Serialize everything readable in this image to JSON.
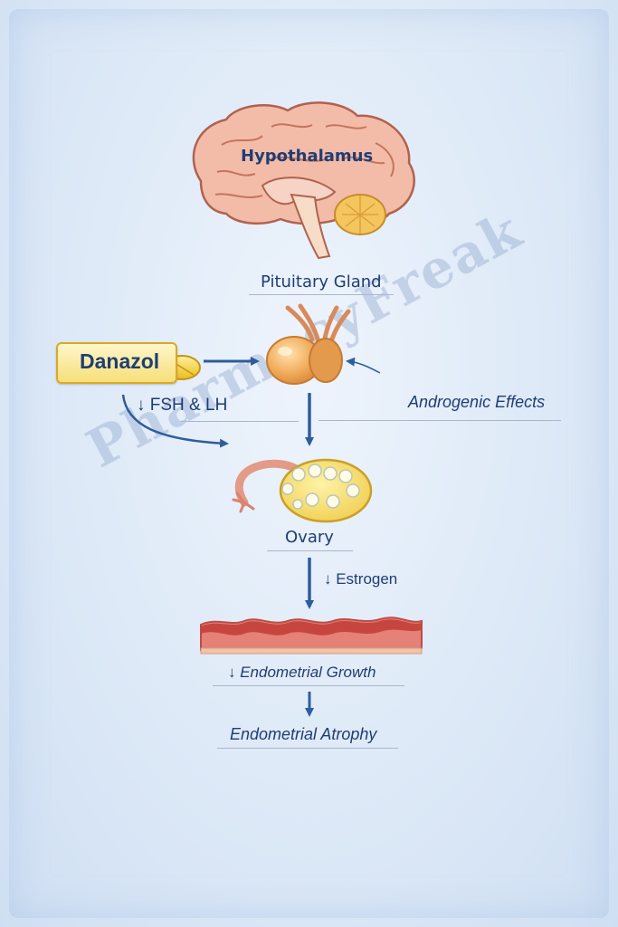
{
  "labels": {
    "hypothalamus": "Hypothalamus",
    "pituitary": "Pituitary Gland",
    "drug": "Danazol",
    "fsh_lh": "↓ FSH & LH",
    "androgenic": "Androgenic Effects",
    "ovary": "Ovary",
    "estrogen": "↓ Estrogen",
    "growth": "↓ Endometrial Growth",
    "atrophy": "Endometrial Atrophy"
  },
  "watermark": "PharmacyFreak",
  "colors": {
    "arrow": "#2e5c9e",
    "text": "#1f3d74",
    "brain": "#f2b7a4",
    "gland": "#f0b061",
    "ovary": "#f4d765",
    "pill": "#f2cf3c",
    "endometrium": "#d96a62"
  },
  "icons": {
    "brain": "brain-icon",
    "pituitary": "pituitary-gland-icon",
    "pill": "pill-icon",
    "ovary": "ovary-icon",
    "tissue": "endometrium-tissue-icon"
  }
}
